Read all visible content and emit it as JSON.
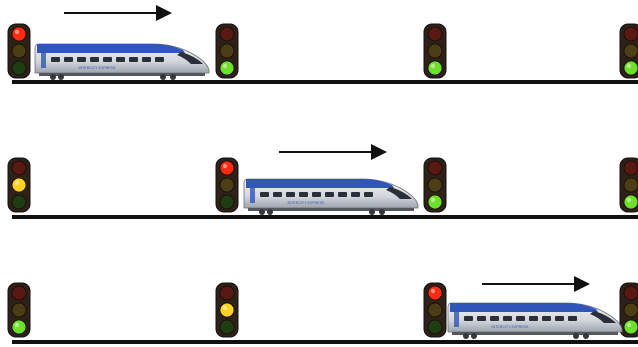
{
  "train_label": "INTERCITY EXPRESS",
  "colors": {
    "background": "#ffffff",
    "rail": "#111111",
    "arrow": "#111111",
    "signal_housing": "#2e2118",
    "red_on": "#ff2a12",
    "yellow_on": "#ffd21f",
    "green_on": "#6fe02a",
    "red_off": "#5a1812",
    "yellow_off": "#4d3d14",
    "green_off": "#1f3d12",
    "train_body": "#d6d8de",
    "train_stripe": "#2f56b8"
  },
  "rows": [
    {
      "name": "row-1",
      "signals": [
        {
          "name": "signal-1",
          "lit": "red"
        },
        {
          "name": "signal-2",
          "lit": "green"
        },
        {
          "name": "signal-3",
          "lit": "green"
        },
        {
          "name": "signal-4",
          "lit": "green"
        }
      ],
      "train_between": [
        1,
        2
      ]
    },
    {
      "name": "row-2",
      "signals": [
        {
          "name": "signal-1",
          "lit": "yellow"
        },
        {
          "name": "signal-2",
          "lit": "red"
        },
        {
          "name": "signal-3",
          "lit": "green"
        },
        {
          "name": "signal-4",
          "lit": "green"
        }
      ],
      "train_between": [
        2,
        3
      ]
    },
    {
      "name": "row-3",
      "signals": [
        {
          "name": "signal-1",
          "lit": "green"
        },
        {
          "name": "signal-2",
          "lit": "yellow"
        },
        {
          "name": "signal-3",
          "lit": "red"
        },
        {
          "name": "signal-4",
          "lit": "green"
        }
      ],
      "train_between": [
        3,
        4
      ]
    }
  ]
}
